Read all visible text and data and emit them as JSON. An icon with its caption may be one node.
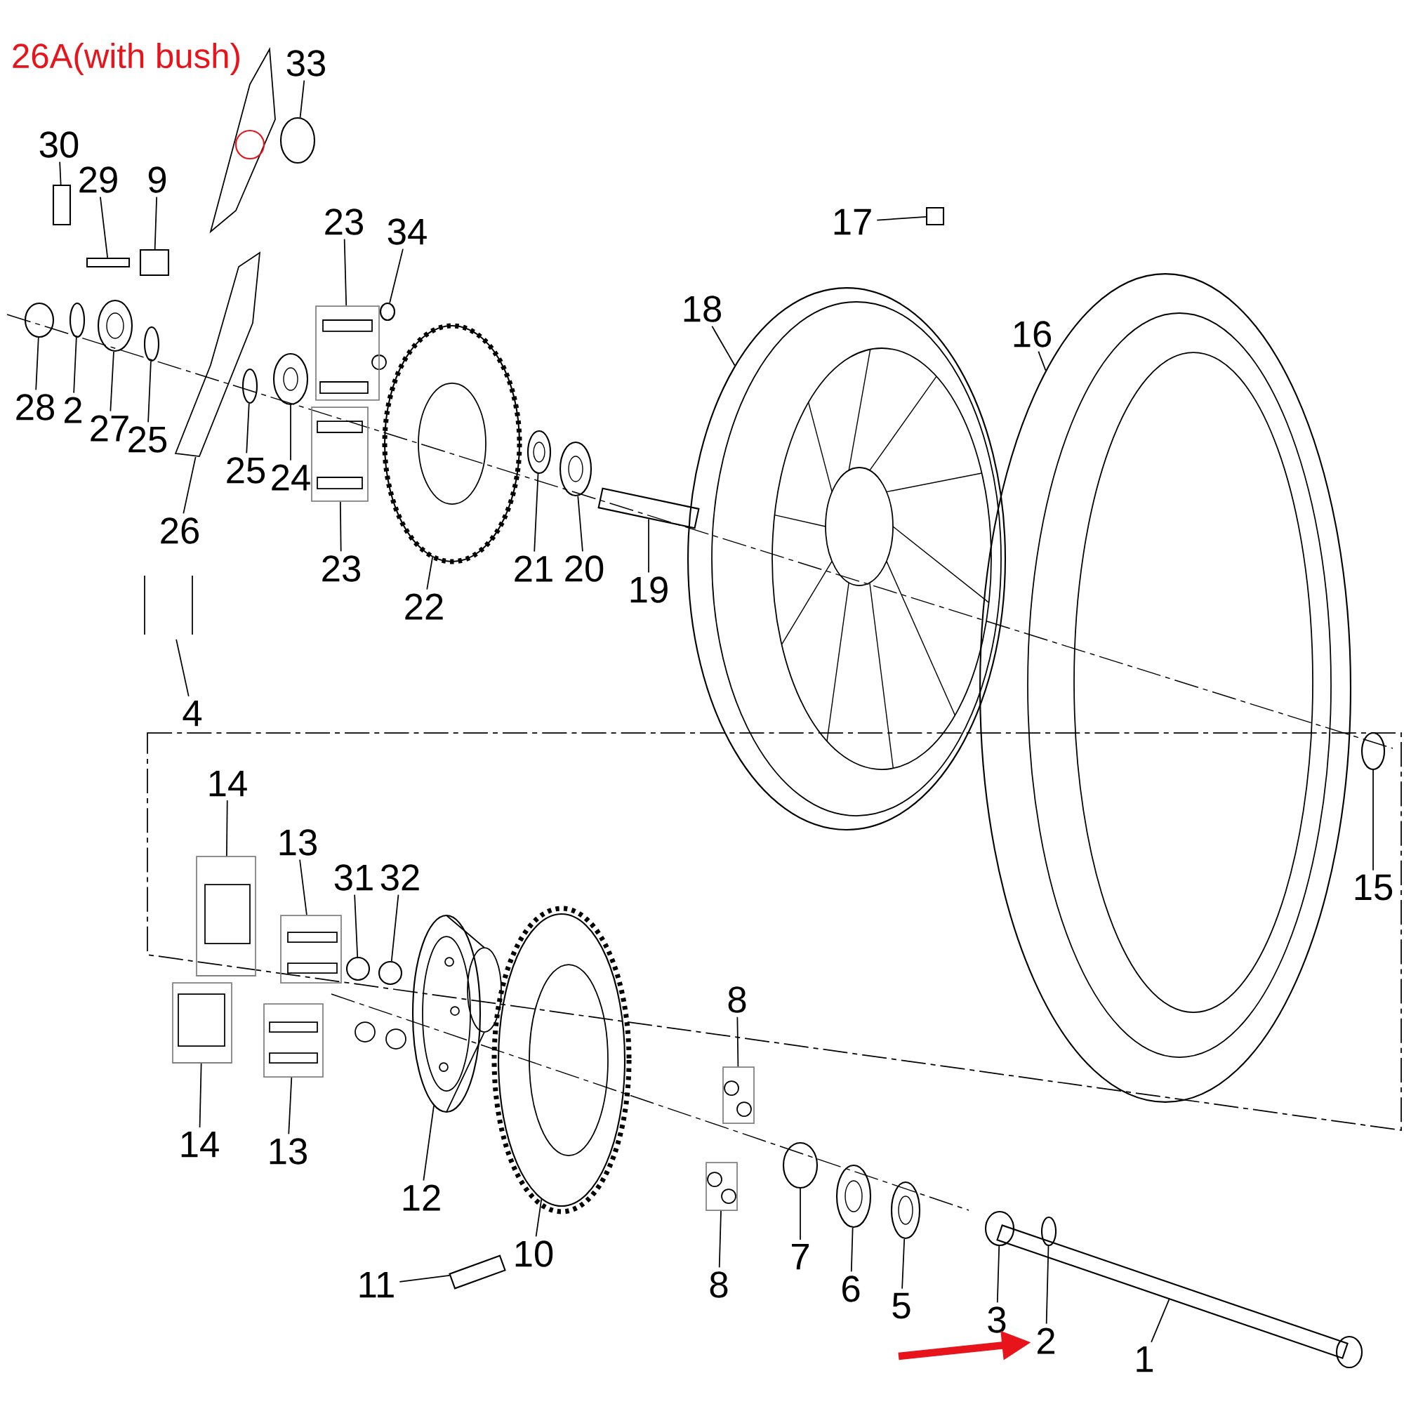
{
  "diagram": {
    "nodes": [
      {
        "text": [
          "33"
        ]
      },
      {
        "text": [
          "30"
        ]
      },
      {
        "text": [
          "29"
        ]
      },
      {
        "text": [
          "9"
        ]
      },
      {
        "text": [
          "17"
        ]
      },
      {
        "text": [
          "23"
        ]
      },
      {
        "text": [
          "34"
        ]
      },
      {
        "text": [
          "16"
        ]
      },
      {
        "text": [
          "18"
        ]
      },
      {
        "text": [
          "28"
        ]
      },
      {
        "text": [
          "2"
        ]
      },
      {
        "text": [
          "27"
        ]
      },
      {
        "text": [
          "25"
        ]
      },
      {
        "text": [
          "25"
        ]
      },
      {
        "text": [
          "24"
        ]
      },
      {
        "text": [
          "26"
        ]
      },
      {
        "text": [
          "21"
        ]
      },
      {
        "text": [
          "20"
        ]
      },
      {
        "text": [
          "23"
        ]
      },
      {
        "text": [
          "19"
        ]
      },
      {
        "text": [
          "22"
        ]
      },
      {
        "text": [
          "4"
        ]
      },
      {
        "text": [
          "14"
        ]
      },
      {
        "text": [
          "15"
        ]
      },
      {
        "text": [
          "13"
        ]
      },
      {
        "text": [
          "31"
        ]
      },
      {
        "text": [
          "32"
        ]
      },
      {
        "text": [
          "8"
        ]
      },
      {
        "text": [
          "14"
        ]
      },
      {
        "text": [
          "13"
        ]
      },
      {
        "text": [
          "12"
        ]
      },
      {
        "text": [
          "10"
        ]
      },
      {
        "text": [
          "7"
        ]
      },
      {
        "text": [
          "8"
        ]
      },
      {
        "text": [
          "11"
        ]
      },
      {
        "text": [
          "6"
        ]
      },
      {
        "text": [
          "5"
        ]
      },
      {
        "text": [
          "3"
        ]
      },
      {
        "text": [
          "2"
        ]
      },
      {
        "text": [
          "1"
        ]
      },
      {
        "text": [],
        "shape": "circle"
      },
      {
        "text": [],
        "shape": "box"
      },
      {
        "text": [],
        "shape": "box"
      },
      {
        "text": [],
        "shape": "box"
      },
      {
        "text": [],
        "shape": "box"
      },
      {
        "text": [],
        "shape": "picture"
      },
      {
        "text": [],
        "shape": "circle"
      },
      {
        "text": [],
        "shape": "picture"
      },
      {
        "text": [],
        "shape": "picture"
      },
      {
        "text": [],
        "shape": "circle"
      },
      {
        "text": [],
        "shape": "circle"
      },
      {
        "text": [],
        "shape": "picture"
      },
      {
        "text": [],
        "shape": "circle"
      },
      {
        "text": [],
        "shape": "circle"
      },
      {
        "text": [],
        "shape": "picture"
      },
      {
        "text": [],
        "shape": "picture"
      },
      {
        "text": [],
        "shape": "picture"
      },
      {
        "text": [],
        "shape": "picture"
      },
      {
        "text": [],
        "shape": "picture"
      },
      {
        "text": [],
        "shape": "box"
      },
      {
        "text": [],
        "shape": "picture"
      },
      {
        "text": [],
        "shape": "picture"
      },
      {
        "text": [],
        "shape": "picture"
      },
      {
        "text": [],
        "shape": "circle"
      },
      {
        "text": [],
        "shape": "picture"
      },
      {
        "text": [],
        "shape": "circle"
      },
      {
        "text": [],
        "shape": "circle"
      },
      {
        "text": [],
        "shape": "picture"
      },
      {
        "text": [],
        "shape": "picture"
      },
      {
        "text": [],
        "shape": "picture"
      },
      {
        "text": [],
        "shape": "picture"
      },
      {
        "text": [],
        "shape": "picture"
      },
      {
        "text": [],
        "shape": "circle"
      },
      {
        "text": [],
        "shape": "picture"
      },
      {
        "text": [],
        "shape": "box"
      },
      {
        "text": [],
        "shape": "picture"
      },
      {
        "text": [],
        "shape": "picture"
      },
      {
        "text": [],
        "shape": "circle"
      },
      {
        "text": [],
        "shape": "circle"
      },
      {
        "text": [],
        "shape": "picture"
      }
    ],
    "edges": [
      {
        "from": 0,
        "to": 40,
        "arrow": "none"
      },
      {
        "from": 1,
        "to": 41,
        "arrow": "none"
      },
      {
        "from": 2,
        "to": 42,
        "arrow": "none"
      },
      {
        "from": 3,
        "to": 43,
        "arrow": "none"
      },
      {
        "from": 4,
        "to": 44,
        "arrow": "none"
      },
      {
        "from": 5,
        "to": 45,
        "arrow": "none"
      },
      {
        "from": 6,
        "to": 46,
        "arrow": "none"
      },
      {
        "from": 7,
        "to": 47,
        "arrow": "none"
      },
      {
        "from": 8,
        "to": 48,
        "arrow": "none"
      },
      {
        "from": 9,
        "to": 49,
        "arrow": "none"
      },
      {
        "from": 10,
        "to": 50,
        "arrow": "none"
      },
      {
        "from": 11,
        "to": 51,
        "arrow": "none"
      },
      {
        "from": 12,
        "to": 52,
        "arrow": "none"
      },
      {
        "from": 13,
        "to": 53,
        "arrow": "none"
      },
      {
        "from": 14,
        "to": 54,
        "arrow": "none"
      },
      {
        "from": 15,
        "to": 55,
        "arrow": "none"
      },
      {
        "from": 16,
        "to": 56,
        "arrow": "none"
      },
      {
        "from": 17,
        "to": 57,
        "arrow": "none"
      },
      {
        "from": 18,
        "to": 58,
        "arrow": "none"
      },
      {
        "from": 19,
        "to": 59,
        "arrow": "none"
      },
      {
        "from": 20,
        "to": 60,
        "arrow": "none"
      },
      {
        "from": 21,
        "to": 61,
        "arrow": "none"
      },
      {
        "from": 22,
        "to": 62,
        "arrow": "none"
      },
      {
        "from": 23,
        "to": 63,
        "arrow": "none"
      },
      {
        "from": 24,
        "to": 64,
        "arrow": "none"
      },
      {
        "from": 25,
        "to": 65,
        "arrow": "none"
      },
      {
        "from": 26,
        "to": 66,
        "arrow": "none"
      },
      {
        "from": 27,
        "to": 67,
        "arrow": "none"
      },
      {
        "from": 28,
        "to": 68,
        "arrow": "none"
      },
      {
        "from": 29,
        "to": 69,
        "arrow": "none"
      },
      {
        "from": 30,
        "to": 70,
        "arrow": "none"
      },
      {
        "from": 31,
        "to": 71,
        "arrow": "none"
      },
      {
        "from": 32,
        "to": 72,
        "arrow": "none"
      },
      {
        "from": 33,
        "to": 73,
        "arrow": "none"
      },
      {
        "from": 34,
        "to": 74,
        "arrow": "none"
      },
      {
        "from": 35,
        "to": 75,
        "arrow": "none"
      },
      {
        "from": 36,
        "to": 76,
        "arrow": "none"
      },
      {
        "from": 37,
        "to": 77,
        "arrow": "none"
      },
      {
        "from": 38,
        "to": 78,
        "arrow": "none"
      },
      {
        "from": 39,
        "to": 79,
        "arrow": "none"
      },
      {
        "from": null,
        "to": 38,
        "arrow": "to",
        "style": "thick",
        "color": "#e8141c"
      }
    ],
    "labels": [
      "26A(with bush)"
    ]
  }
}
